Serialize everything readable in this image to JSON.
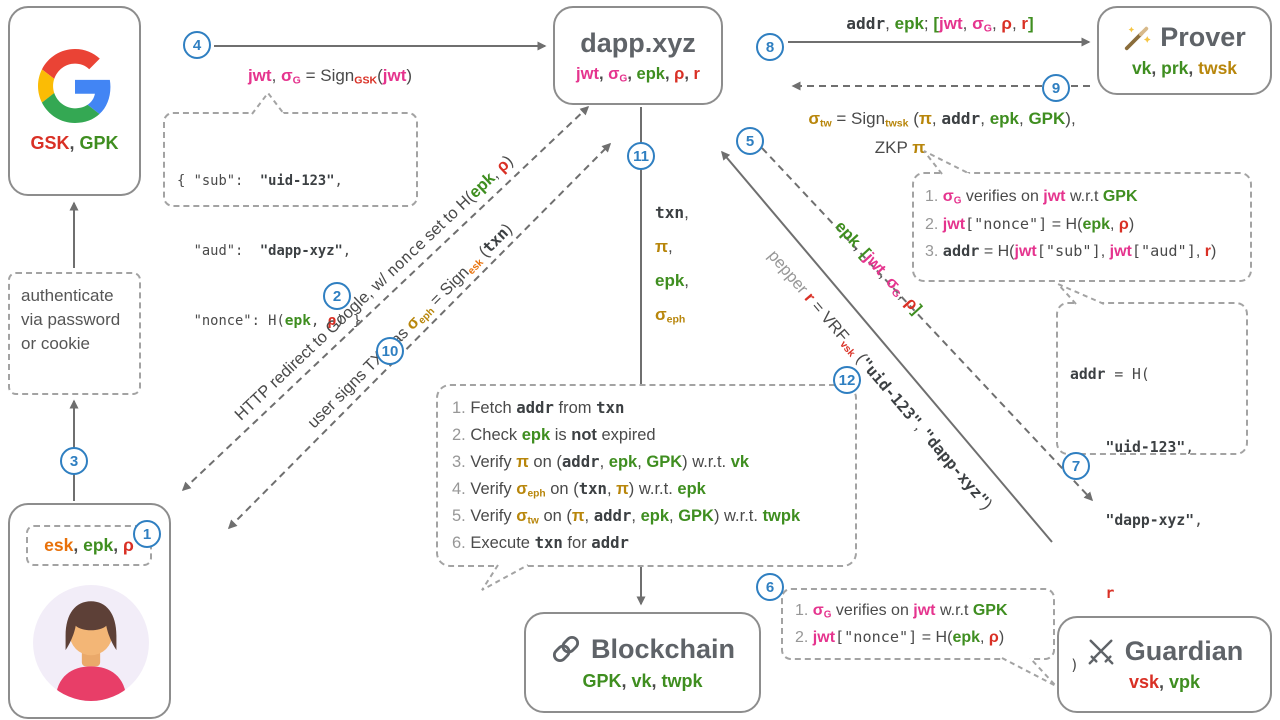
{
  "steps": [
    "1",
    "2",
    "3",
    "4",
    "5",
    "6",
    "7",
    "8",
    "9",
    "10",
    "11",
    "12"
  ],
  "nodes": {
    "google": {
      "keys": [
        {
          "t": "GSK",
          "c": "r"
        },
        {
          "t": ", ",
          "c": "d"
        },
        {
          "t": "GPK",
          "c": "g"
        }
      ]
    },
    "auth": {
      "text": "authenticate via password or cookie"
    },
    "user": {
      "keys": [
        {
          "t": "esk",
          "c": "a"
        },
        {
          "t": ", ",
          "c": "d"
        },
        {
          "t": "epk",
          "c": "g"
        },
        {
          "t": ", ",
          "c": "d"
        },
        {
          "t": "ρ",
          "c": "r"
        }
      ]
    },
    "dapp": {
      "title": "dapp.xyz",
      "keys": [
        {
          "t": "jwt",
          "c": "m"
        },
        {
          "t": ", ",
          "c": "d"
        },
        {
          "t": "σ",
          "c": "m"
        },
        {
          "t": "G",
          "c": "m",
          "sub": 1
        },
        {
          "t": ", ",
          "c": "d"
        },
        {
          "t": "epk",
          "c": "g"
        },
        {
          "t": ", ",
          "c": "d"
        },
        {
          "t": "ρ",
          "c": "r"
        },
        {
          "t": ", ",
          "c": "d"
        },
        {
          "t": "r",
          "c": "r"
        }
      ]
    },
    "prover": {
      "title": "Prover",
      "keys": [
        {
          "t": "vk",
          "c": "g"
        },
        {
          "t": ", ",
          "c": "d"
        },
        {
          "t": "prk",
          "c": "g"
        },
        {
          "t": ", ",
          "c": "d"
        },
        {
          "t": "twsk",
          "c": "o"
        }
      ]
    },
    "blockchain": {
      "title": "Blockchain",
      "keys": [
        {
          "t": "GPK",
          "c": "g"
        },
        {
          "t": ", ",
          "c": "d"
        },
        {
          "t": "vk",
          "c": "g"
        },
        {
          "t": ", ",
          "c": "d"
        },
        {
          "t": "twpk",
          "c": "g"
        }
      ]
    },
    "guardian": {
      "title": "Guardian",
      "keys": [
        {
          "t": "vsk",
          "c": "r"
        },
        {
          "t": ", ",
          "c": "d"
        },
        {
          "t": "vpk",
          "c": "g"
        }
      ]
    }
  },
  "labels": {
    "step2": [
      {
        "t": "HTTP redirect to Google, w/ ",
        "c": "d"
      },
      {
        "t": "nonce",
        "c": "mn"
      },
      {
        "t": " set to H(",
        "c": "d"
      },
      {
        "t": "epk",
        "c": "g"
      },
      {
        "t": ", ",
        "c": "d"
      },
      {
        "t": "ρ",
        "c": "r"
      },
      {
        "t": ")",
        "c": "d"
      }
    ],
    "step10": [
      {
        "t": "user signs TXN as ",
        "c": "d"
      },
      {
        "t": "σ",
        "c": "o"
      },
      {
        "t": "eph",
        "c": "o",
        "sub": 1
      },
      {
        "t": " = Sign",
        "c": "d"
      },
      {
        "t": "esk",
        "c": "a",
        "sub": 1
      },
      {
        "t": " (",
        "c": "d"
      },
      {
        "t": "txn",
        "c": "mb"
      },
      {
        "t": ")",
        "c": "d"
      }
    ],
    "step4": [
      {
        "t": "jwt",
        "c": "m"
      },
      {
        "t": ", ",
        "c": "d"
      },
      {
        "t": "σ",
        "c": "m"
      },
      {
        "t": "G",
        "c": "m",
        "sub": 1
      },
      {
        "t": " = Sign",
        "c": "d"
      },
      {
        "t": "GSK",
        "c": "r",
        "sub": 1
      },
      {
        "t": "(",
        "c": "d"
      },
      {
        "t": "jwt",
        "c": "m"
      },
      {
        "t": ")",
        "c": "d"
      }
    ],
    "step8": [
      {
        "t": "addr",
        "c": "mb"
      },
      {
        "t": ", ",
        "c": "d"
      },
      {
        "t": "epk",
        "c": "g"
      },
      {
        "t": "; ",
        "c": "d"
      },
      {
        "t": "[",
        "c": "g"
      },
      {
        "t": "jwt",
        "c": "m"
      },
      {
        "t": ", ",
        "c": "d"
      },
      {
        "t": "σ",
        "c": "m"
      },
      {
        "t": "G",
        "c": "m",
        "sub": 1
      },
      {
        "t": ", ",
        "c": "d"
      },
      {
        "t": "ρ",
        "c": "r"
      },
      {
        "t": ", ",
        "c": "d"
      },
      {
        "t": "r",
        "c": "r"
      },
      {
        "t": "]",
        "c": "g"
      }
    ],
    "step9a": [
      {
        "t": "σ",
        "c": "o"
      },
      {
        "t": "tw",
        "c": "o",
        "sub": 1
      },
      {
        "t": " = Sign",
        "c": "d"
      },
      {
        "t": "twsk",
        "c": "o",
        "sub": 1
      },
      {
        "t": " (",
        "c": "d"
      },
      {
        "t": "π",
        "c": "o"
      },
      {
        "t": ", ",
        "c": "d"
      },
      {
        "t": "addr",
        "c": "mb"
      },
      {
        "t": ", ",
        "c": "d"
      },
      {
        "t": "epk",
        "c": "g"
      },
      {
        "t": ", ",
        "c": "d"
      },
      {
        "t": "GPK",
        "c": "g"
      },
      {
        "t": "),",
        "c": "d"
      }
    ],
    "step9b": [
      {
        "t": "ZKP ",
        "c": "d"
      },
      {
        "t": "π",
        "c": "o"
      }
    ],
    "guardian_request": [
      {
        "t": "epk",
        "c": "g"
      },
      {
        "t": ", ",
        "c": "d"
      },
      {
        "t": "[",
        "c": "g"
      },
      {
        "t": "jwt",
        "c": "m"
      },
      {
        "t": ", ",
        "c": "d"
      },
      {
        "t": "σ",
        "c": "m"
      },
      {
        "t": "G",
        "c": "m",
        "sub": 1
      },
      {
        "t": ", ",
        "c": "d"
      },
      {
        "t": "ρ",
        "c": "r"
      },
      {
        "t": "]",
        "c": "g"
      }
    ],
    "pepper_vrf": [
      {
        "t": "pepper ",
        "c": "mut"
      },
      {
        "t": "r",
        "c": "r"
      },
      {
        "t": " = VRF",
        "c": "d"
      },
      {
        "t": "vsk",
        "c": "r",
        "sub": 1
      },
      {
        "t": " (",
        "c": "d"
      },
      {
        "t": "\"uid-123\"",
        "c": "mb"
      },
      {
        "t": ", ",
        "c": "d"
      },
      {
        "t": "\"dapp-xyz\"",
        "c": "mb"
      },
      {
        "t": ")",
        "c": "d"
      }
    ],
    "txn_items": [
      [
        {
          "t": "txn",
          "c": "mb"
        },
        {
          "t": ",",
          "c": "d"
        }
      ],
      [
        {
          "t": "π",
          "c": "o"
        },
        {
          "t": ",",
          "c": "d"
        }
      ],
      [
        {
          "t": "epk",
          "c": "g"
        },
        {
          "t": ",",
          "c": "d"
        }
      ],
      [
        {
          "t": "σ",
          "c": "o"
        },
        {
          "t": "eph",
          "c": "o",
          "sub": 1
        }
      ]
    ]
  },
  "bubbles": {
    "jwt_payload": {
      "lines": [
        [
          {
            "t": "{ \"sub\":  ",
            "c": "mn"
          },
          {
            "t": "\"uid-123\"",
            "c": "mb"
          },
          {
            "t": ",",
            "c": "mn"
          }
        ],
        [
          {
            "t": "  \"aud\":  ",
            "c": "mn"
          },
          {
            "t": "\"dapp-xyz\"",
            "c": "mb"
          },
          {
            "t": ",",
            "c": "mn"
          }
        ],
        [
          {
            "t": "  \"nonce\": ",
            "c": "mn"
          },
          {
            "t": "H(",
            "c": "mn"
          },
          {
            "t": "epk",
            "c": "g"
          },
          {
            "t": ", ",
            "c": "mn"
          },
          {
            "t": "ρ",
            "c": "r"
          },
          {
            "t": ") }",
            "c": "mn"
          }
        ]
      ]
    },
    "prover_checks": {
      "lines": [
        [
          {
            "t": "1. ",
            "c": "mut"
          },
          {
            "t": "σ",
            "c": "m"
          },
          {
            "t": "G",
            "c": "m",
            "sub": 1
          },
          {
            "t": " verifies on ",
            "c": "d"
          },
          {
            "t": "jwt",
            "c": "m"
          },
          {
            "t": " w.r.t ",
            "c": "d"
          },
          {
            "t": "GPK",
            "c": "g"
          }
        ],
        [
          {
            "t": "2. ",
            "c": "mut"
          },
          {
            "t": "jwt",
            "c": "m"
          },
          {
            "t": "[\"nonce\"]",
            "c": "mn"
          },
          {
            "t": " = H(",
            "c": "d"
          },
          {
            "t": "epk",
            "c": "g"
          },
          {
            "t": ", ",
            "c": "d"
          },
          {
            "t": "ρ",
            "c": "r"
          },
          {
            "t": ")",
            "c": "d"
          }
        ],
        [
          {
            "t": "3. ",
            "c": "mut"
          },
          {
            "t": "addr",
            "c": "mb"
          },
          {
            "t": " = H(",
            "c": "d"
          },
          {
            "t": "jwt",
            "c": "m"
          },
          {
            "t": "[\"sub\"]",
            "c": "mn"
          },
          {
            "t": ", ",
            "c": "d"
          },
          {
            "t": "jwt",
            "c": "m"
          },
          {
            "t": "[\"aud\"]",
            "c": "mn"
          },
          {
            "t": ", ",
            "c": "d"
          },
          {
            "t": "r",
            "c": "r"
          },
          {
            "t": ")",
            "c": "d"
          }
        ]
      ]
    },
    "addr_derivation": {
      "lines": [
        [
          {
            "t": "addr",
            "c": "mb"
          },
          {
            "t": " = H(",
            "c": "mn"
          }
        ],
        [
          {
            "t": "    ",
            "c": "mn"
          },
          {
            "t": "\"uid-123\"",
            "c": "mb"
          },
          {
            "t": ",",
            "c": "mn"
          }
        ],
        [
          {
            "t": "    ",
            "c": "mn"
          },
          {
            "t": "\"dapp-xyz\"",
            "c": "mb"
          },
          {
            "t": ",",
            "c": "mn"
          }
        ],
        [
          {
            "t": "    ",
            "c": "mn"
          },
          {
            "t": "r",
            "c": "rm"
          }
        ],
        [
          {
            "t": ")",
            "c": "mn"
          }
        ]
      ]
    },
    "chain_checks": {
      "lines": [
        [
          {
            "t": "1.",
            "c": "mut"
          },
          {
            "t": " Fetch ",
            "c": "d"
          },
          {
            "t": "addr",
            "c": "mb"
          },
          {
            "t": " from ",
            "c": "d"
          },
          {
            "t": "txn",
            "c": "mb"
          }
        ],
        [
          {
            "t": "2.",
            "c": "mut"
          },
          {
            "t": " Check ",
            "c": "d"
          },
          {
            "t": "epk",
            "c": "g"
          },
          {
            "t": " is ",
            "c": "d"
          },
          {
            "t": "not",
            "c": "k"
          },
          {
            "t": " expired",
            "c": "d"
          }
        ],
        [
          {
            "t": "3.",
            "c": "mut"
          },
          {
            "t": " Verify ",
            "c": "d"
          },
          {
            "t": "π",
            "c": "o"
          },
          {
            "t": " on (",
            "c": "d"
          },
          {
            "t": "addr",
            "c": "mb"
          },
          {
            "t": ", ",
            "c": "d"
          },
          {
            "t": "epk",
            "c": "g"
          },
          {
            "t": ", ",
            "c": "d"
          },
          {
            "t": "GPK",
            "c": "g"
          },
          {
            "t": ") w.r.t. ",
            "c": "d"
          },
          {
            "t": "vk",
            "c": "g"
          }
        ],
        [
          {
            "t": "4.",
            "c": "mut"
          },
          {
            "t": " Verify ",
            "c": "d"
          },
          {
            "t": "σ",
            "c": "o"
          },
          {
            "t": "eph",
            "c": "o",
            "sub": 1
          },
          {
            "t": " on (",
            "c": "d"
          },
          {
            "t": "txn",
            "c": "mb"
          },
          {
            "t": ", ",
            "c": "d"
          },
          {
            "t": "π",
            "c": "o"
          },
          {
            "t": ") w.r.t. ",
            "c": "d"
          },
          {
            "t": "epk",
            "c": "g"
          }
        ],
        [
          {
            "t": "5.",
            "c": "mut"
          },
          {
            "t": " Verify ",
            "c": "d"
          },
          {
            "t": "σ",
            "c": "o"
          },
          {
            "t": "tw",
            "c": "o",
            "sub": 1
          },
          {
            "t": " on (",
            "c": "d"
          },
          {
            "t": "π",
            "c": "o"
          },
          {
            "t": ", ",
            "c": "d"
          },
          {
            "t": "addr",
            "c": "mb"
          },
          {
            "t": ", ",
            "c": "d"
          },
          {
            "t": "epk",
            "c": "g"
          },
          {
            "t": ", ",
            "c": "d"
          },
          {
            "t": "GPK",
            "c": "g"
          },
          {
            "t": ") w.r.t. ",
            "c": "d"
          },
          {
            "t": "twpk",
            "c": "g"
          }
        ],
        [
          {
            "t": "6.",
            "c": "mut"
          },
          {
            "t": " Execute ",
            "c": "d"
          },
          {
            "t": "txn",
            "c": "mb"
          },
          {
            "t": " for ",
            "c": "d"
          },
          {
            "t": "addr",
            "c": "mb"
          }
        ]
      ]
    },
    "guardian_checks": {
      "lines": [
        [
          {
            "t": "1. ",
            "c": "mut"
          },
          {
            "t": "σ",
            "c": "m"
          },
          {
            "t": "G",
            "c": "m",
            "sub": 1
          },
          {
            "t": " verifies on ",
            "c": "d"
          },
          {
            "t": "jwt",
            "c": "m"
          },
          {
            "t": " w.r.t ",
            "c": "d"
          },
          {
            "t": "GPK",
            "c": "g"
          }
        ],
        [
          {
            "t": "2. ",
            "c": "mut"
          },
          {
            "t": "jwt",
            "c": "m"
          },
          {
            "t": "[\"nonce\"]",
            "c": "mn"
          },
          {
            "t": " = H(",
            "c": "d"
          },
          {
            "t": "epk",
            "c": "g"
          },
          {
            "t": ", ",
            "c": "d"
          },
          {
            "t": "ρ",
            "c": "r"
          },
          {
            "t": ")",
            "c": "d"
          }
        ]
      ]
    }
  },
  "colors": {
    "accent_blue": "#2f7fc1",
    "green": "#3f8e20",
    "red": "#d93025",
    "magenta": "#e5348e",
    "olive": "#b8860b",
    "orange": "#e8710a",
    "title_gray": "#5f6368"
  }
}
